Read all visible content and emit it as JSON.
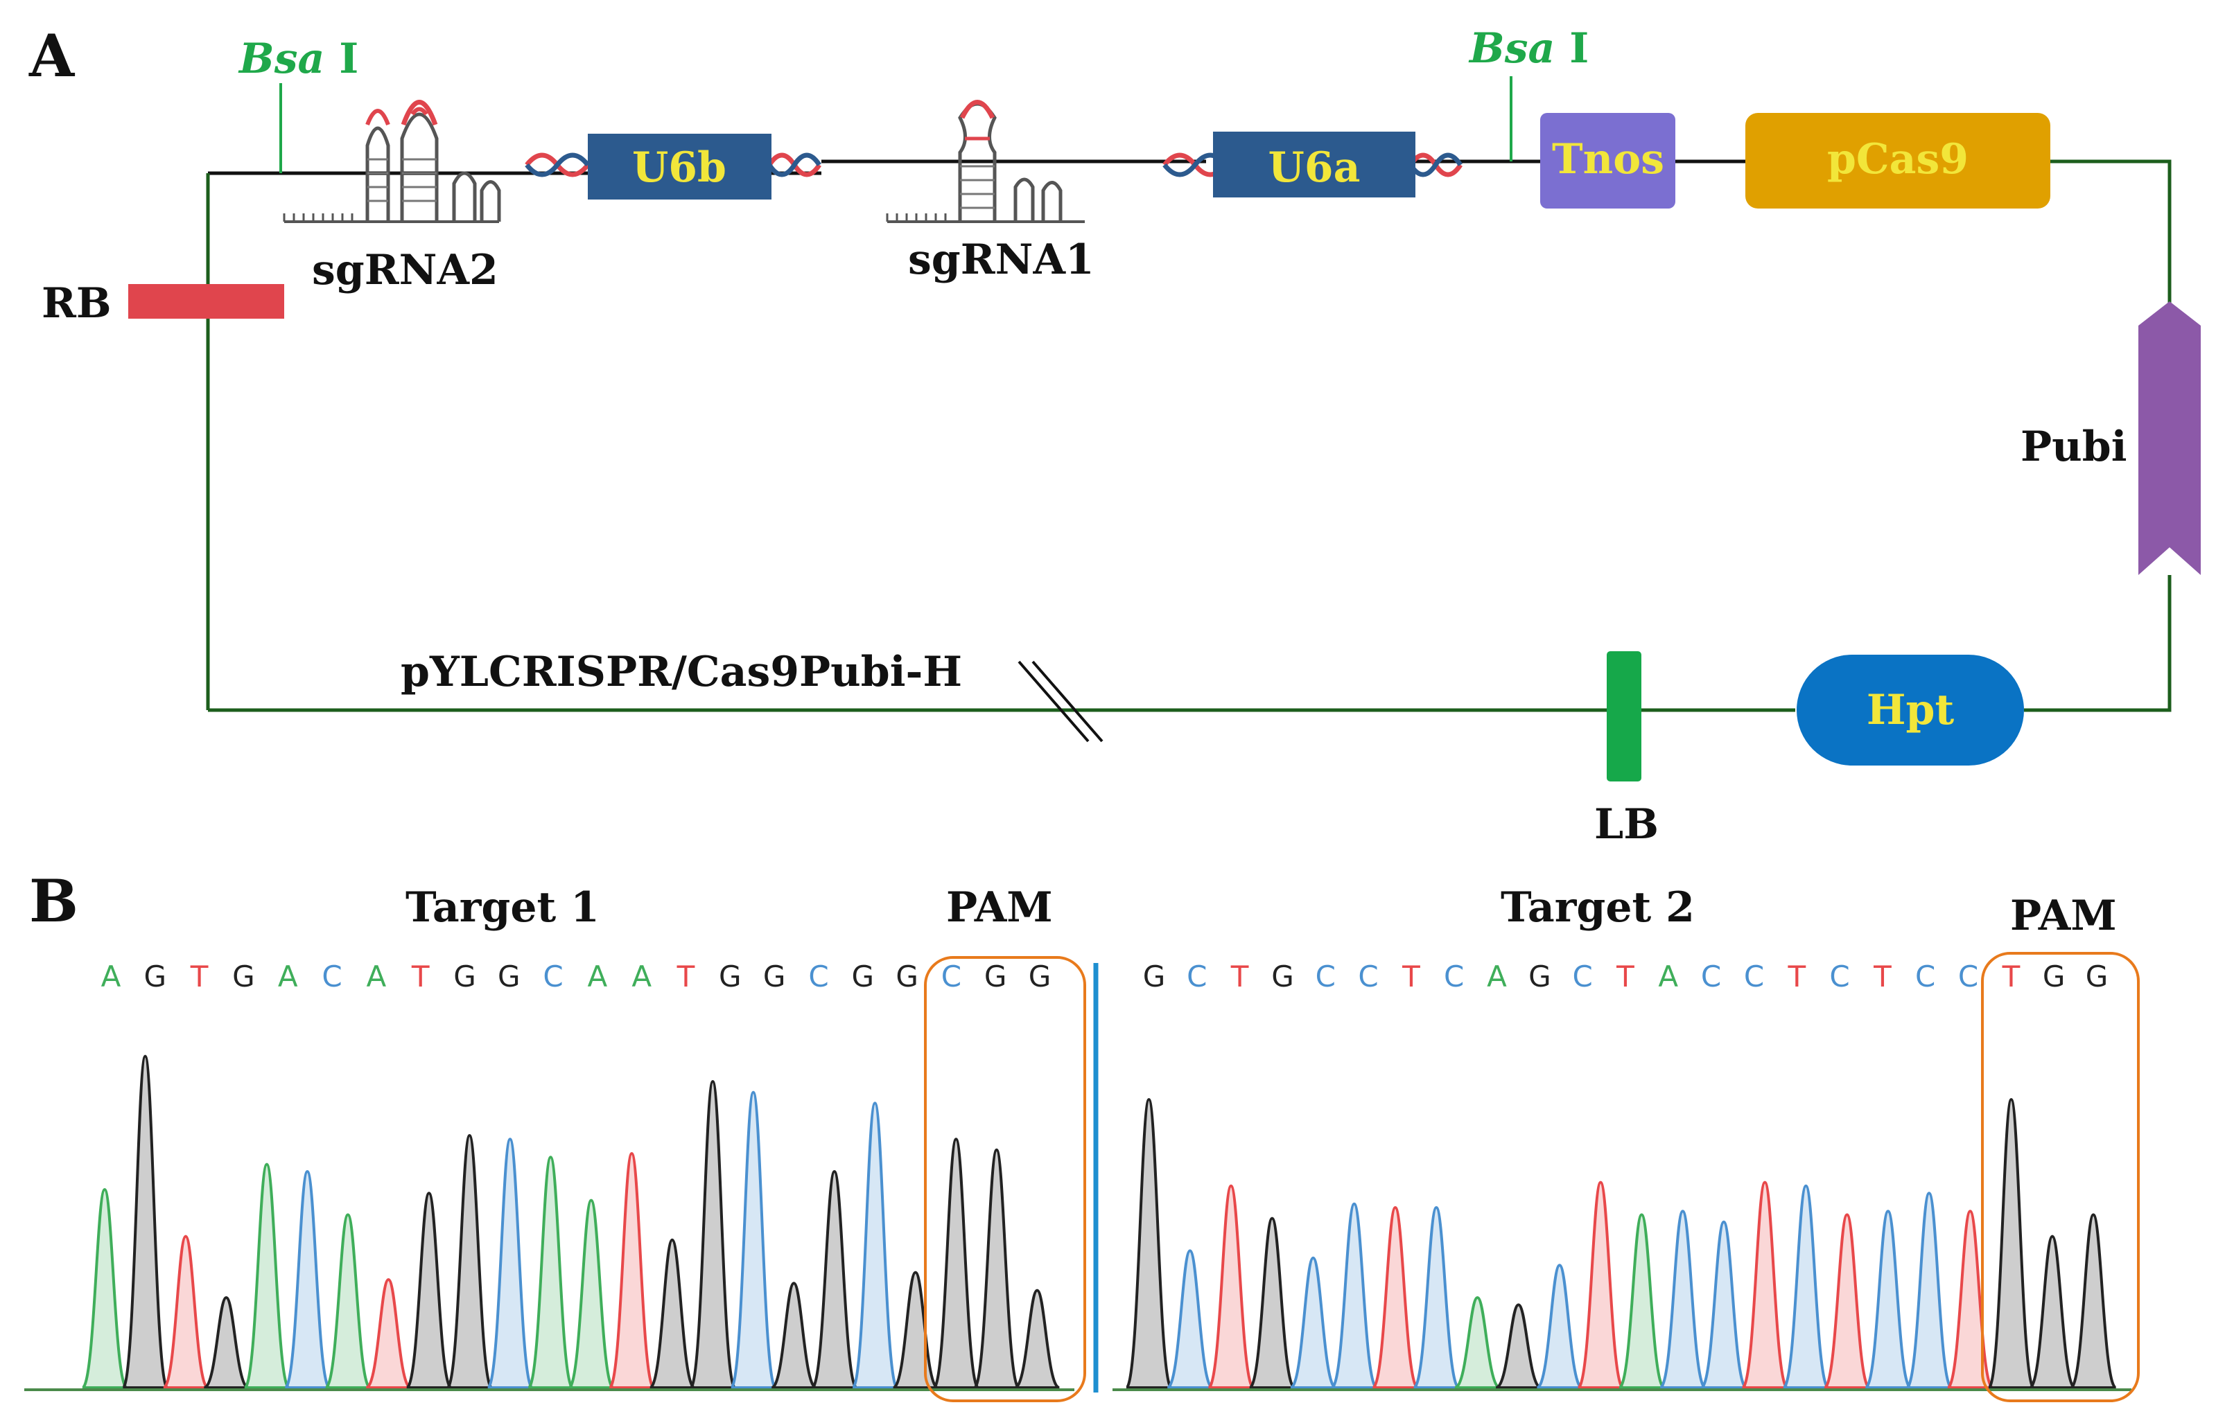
{
  "panelA": {
    "letter": "A",
    "bsa_left": {
      "italic": "Bsa",
      "roman": " I"
    },
    "bsa_right": {
      "italic": "Bsa",
      "roman": " I"
    },
    "sgRNA2": "sgRNA2",
    "sgRNA1": "sgRNA1",
    "U6b": "U6b",
    "U6a": "U6a",
    "Tnos": "Tnos",
    "pCas9": "pCas9",
    "Pubi": "Pubi",
    "Hpt": "Hpt",
    "LB": "LB",
    "RB": "RB",
    "vector": "pYLCRISPR/Cas9Pubi-H",
    "colors": {
      "backbone": "#1c5e1c",
      "RB": "#e0454d",
      "LB": "#16a84a",
      "U6": "#2c5a8e",
      "Tnos": "#7b6fd1",
      "pCas9": "#e0a000",
      "Pubi": "#8c59a8",
      "Hpt": "#0a73c4",
      "box_text": "#f2e63a"
    }
  },
  "panelB": {
    "letter": "B",
    "target1": {
      "title": "Target 1",
      "pam_label": "PAM",
      "bases": [
        "A",
        "G",
        "T",
        "G",
        "A",
        "C",
        "A",
        "T",
        "G",
        "G",
        "C",
        "A",
        "A",
        "T",
        "G",
        "G",
        "C",
        "G",
        "G",
        "C",
        "G",
        "G"
      ],
      "pam_count": 3,
      "peak_heights": [
        0.55,
        0.92,
        0.42,
        0.25,
        0.62,
        0.6,
        0.48,
        0.3,
        0.54,
        0.7,
        0.69,
        0.64,
        0.52,
        0.65,
        0.41,
        0.85,
        0.82,
        0.29,
        0.6,
        0.79,
        0.32,
        0.69,
        0.66,
        0.27
      ]
    },
    "target2": {
      "title": "Target 2",
      "pam_label": "PAM",
      "bases": [
        "G",
        "C",
        "T",
        "G",
        "C",
        "C",
        "T",
        "C",
        "A",
        "G",
        "C",
        "T",
        "A",
        "C",
        "C",
        "T",
        "C",
        "T",
        "C",
        "C",
        "T",
        "G",
        "G"
      ],
      "pam_count": 3,
      "peak_heights": [
        0.8,
        0.38,
        0.56,
        0.47,
        0.36,
        0.51,
        0.5,
        0.5,
        0.25,
        0.23,
        0.34,
        0.57,
        0.48,
        0.49,
        0.46,
        0.57,
        0.56,
        0.48,
        0.49,
        0.54,
        0.49,
        0.8,
        0.42,
        0.48
      ]
    },
    "base_colors": {
      "A": "#3fae5a",
      "G": "#222222",
      "T": "#e8484a",
      "C": "#4a90d0"
    },
    "pam_box_color": "#e87a1c",
    "divider_color": "#1e8fd0"
  }
}
